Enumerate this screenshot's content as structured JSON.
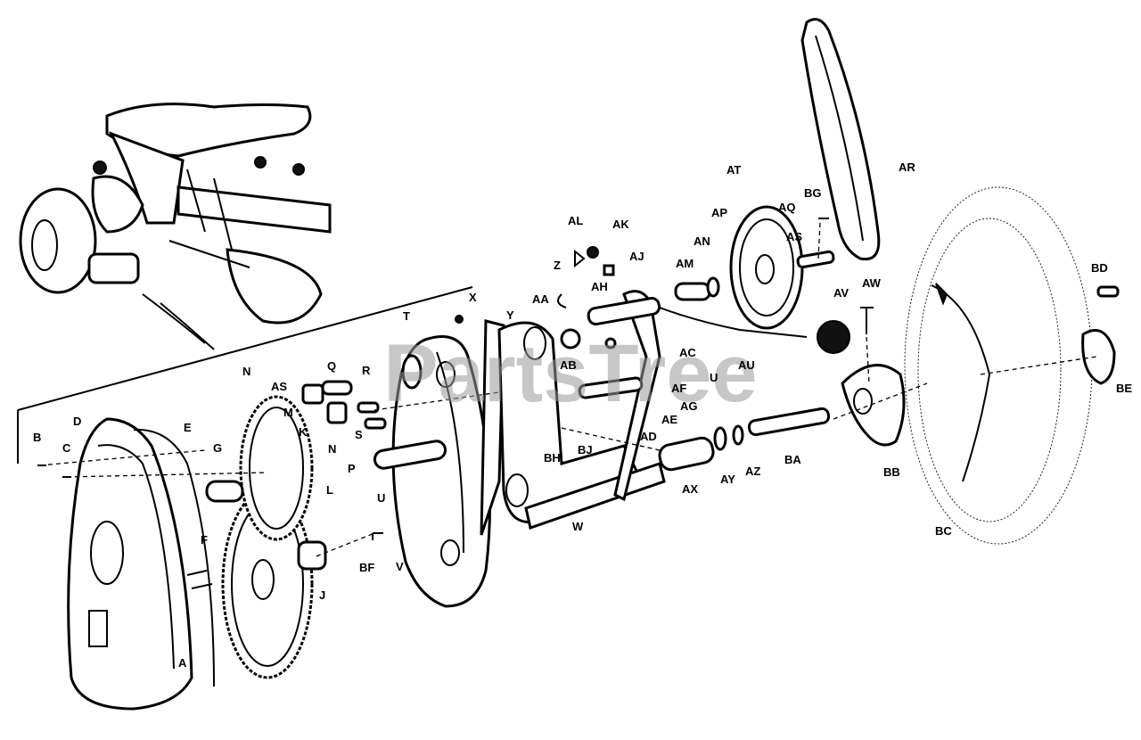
{
  "watermark": "PartsTree",
  "labels": {
    "A": "A",
    "B": "B",
    "C": "C",
    "D": "D",
    "E": "E",
    "F": "F",
    "G": "G",
    "J": "J",
    "K": "K",
    "L": "L",
    "M": "M",
    "N": "N",
    "P": "P",
    "Q": "Q",
    "R": "R",
    "S": "S",
    "T": "T",
    "U": "U",
    "V": "V",
    "W": "W",
    "X": "X",
    "Y": "Y",
    "Z": "Z",
    "AA": "AA",
    "AB": "AB",
    "AC": "AC",
    "AD": "AD",
    "AE": "AE",
    "AF": "AF",
    "AG": "AG",
    "AH": "AH",
    "AJ": "AJ",
    "AK": "AK",
    "AL": "AL",
    "AM": "AM",
    "AN": "AN",
    "AP": "AP",
    "AQ": "AQ",
    "AR": "AR",
    "AS": "AS",
    "AT": "AT",
    "AU": "AU",
    "AV": "AV",
    "AW": "AW",
    "AX": "AX",
    "AY": "AY",
    "AZ": "AZ",
    "BA": "BA",
    "BB": "BB",
    "BC": "BC",
    "BD": "BD",
    "BE": "BE",
    "BF": "BF",
    "BG": "BG",
    "BH": "BH",
    "BJ": "BJ"
  }
}
